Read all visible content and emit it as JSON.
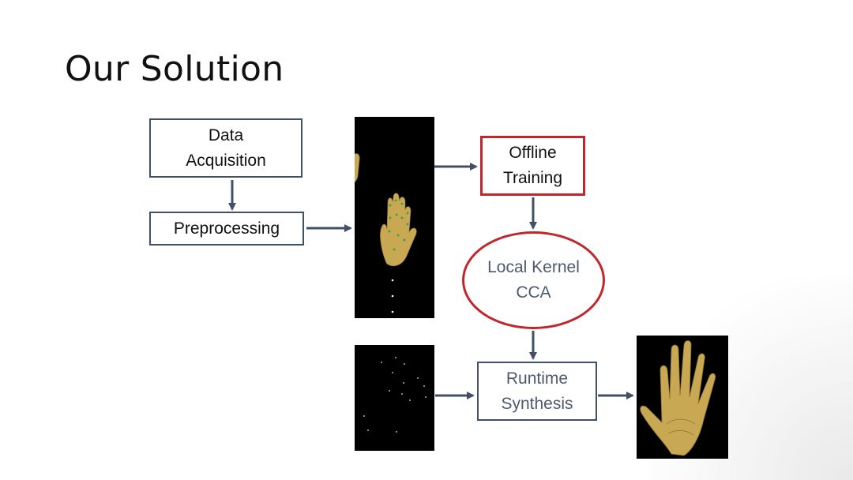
{
  "slide": {
    "title": "Our Solution"
  },
  "nodes": {
    "data_acquisition": "Data\nAcquisition",
    "preprocessing": "Preprocessing",
    "offline_training": "Offline\nTraining",
    "local_kernel_cca": "Local Kernel\nCCA",
    "runtime_synthesis": "Runtime\nSynthesis"
  },
  "colors": {
    "box_border": "#3f5068",
    "accent_red": "#c0272d",
    "arrow": "#3f5068",
    "hand": "#c8a853",
    "panel_bg": "#000000"
  },
  "images": {
    "training_hands": "two-hand-images-with-marker-points",
    "sparse_markers": "sparse-marker-points",
    "synthesized_hand": "synthesized-hand-open-palm"
  }
}
